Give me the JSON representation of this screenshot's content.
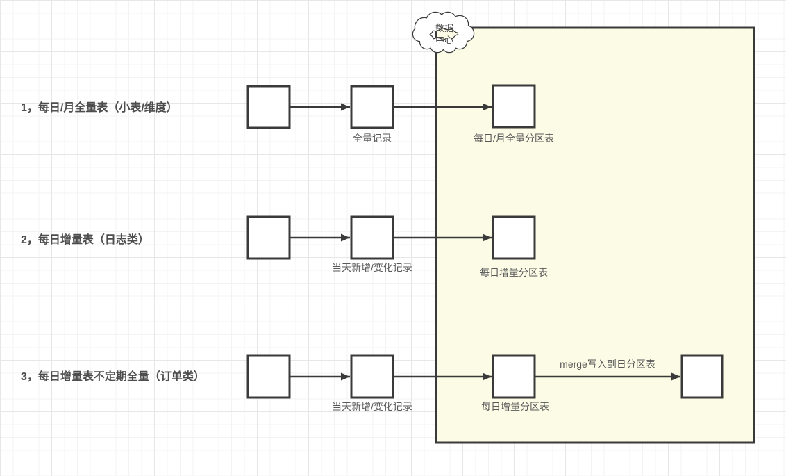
{
  "diagram": {
    "rows": [
      {
        "title": "1，每日/月全量表（小表/维度）",
        "mid_label": "全量记录",
        "dest_label": "每日/月全量分区表"
      },
      {
        "title": "2，每日增量表（日志类）",
        "mid_label": "当天新增/变化记录",
        "dest_label": "每日增量分区表"
      },
      {
        "title": "3，每日增量表不定期全量（订单类）",
        "mid_label": "当天新增/变化记录",
        "dest_label": "每日增量分区表",
        "merge_label": "merge写入到日分区表"
      }
    ],
    "cloud": {
      "line1": "数据",
      "line2": "中心"
    },
    "colors": {
      "container_fill": "#fcfce6",
      "stroke": "#3a3a3a",
      "title_text": "#4d4d4d",
      "label_text": "#595959",
      "grid_minor": "#f3f3f3",
      "grid_major": "#e7e7e7"
    }
  }
}
